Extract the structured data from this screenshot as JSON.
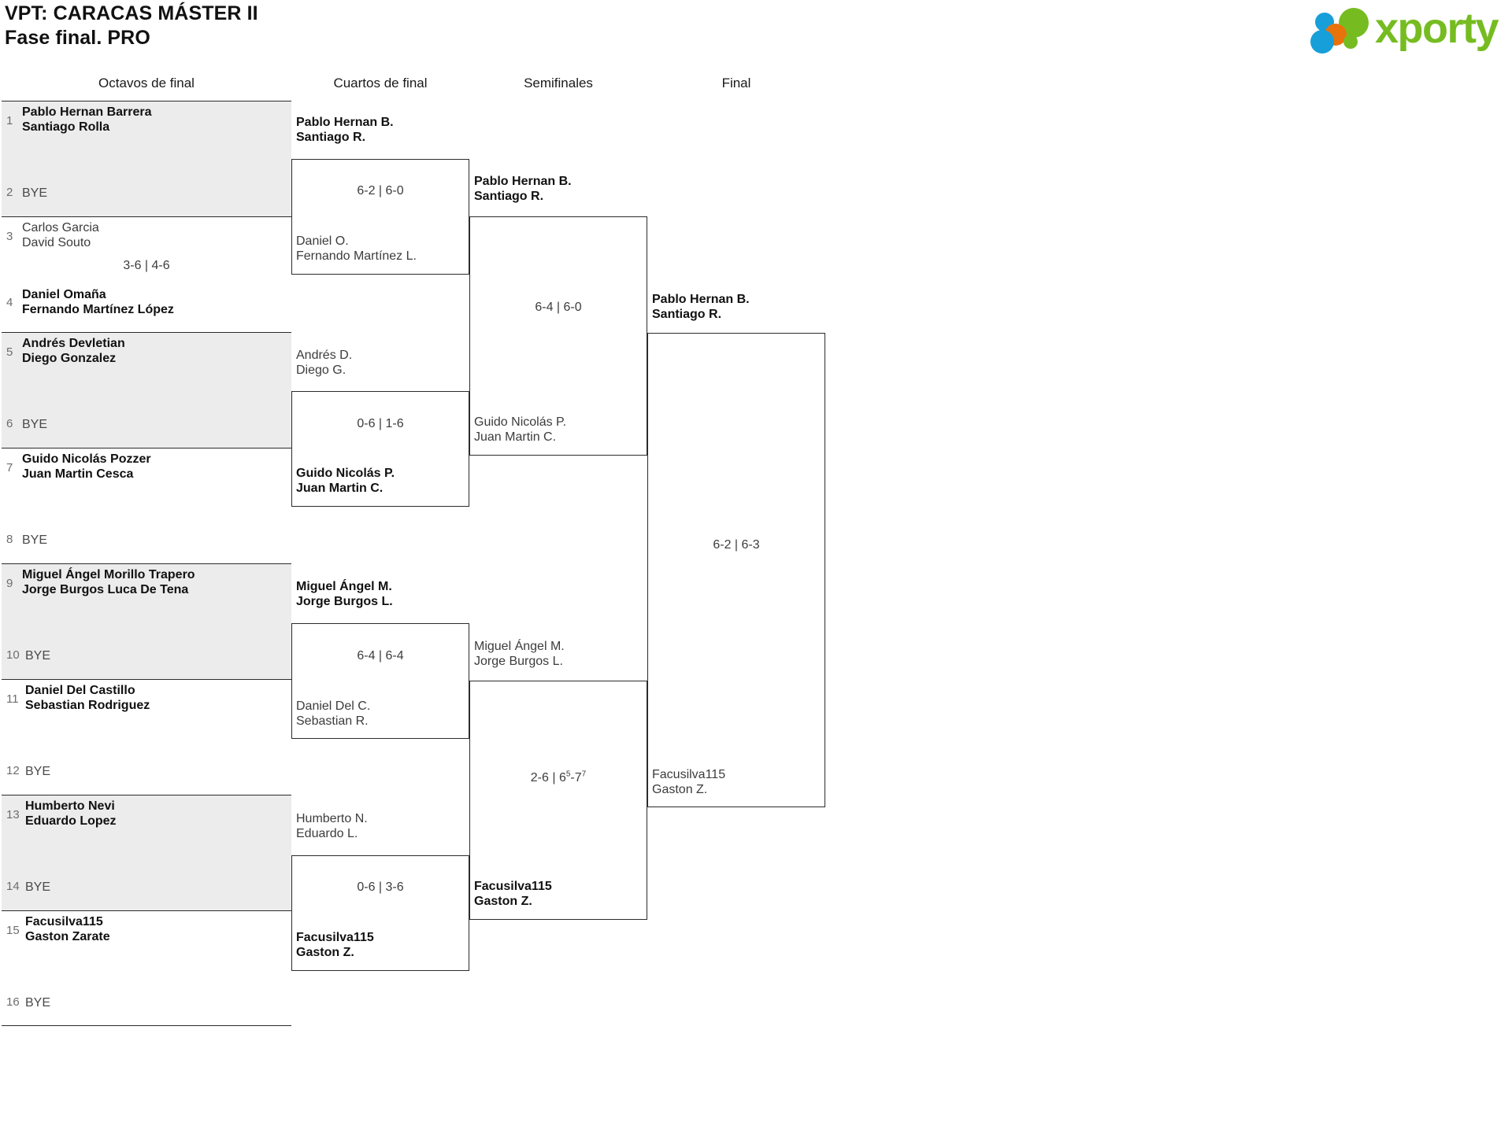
{
  "header": {
    "title_line1": "VPT: CARACAS MÁSTER II",
    "title_line2": "Fase final. PRO",
    "logo_text": "xporty",
    "logo_colors": {
      "green": "#76bc21",
      "blue": "#179fd9",
      "orange": "#e8730b"
    }
  },
  "rounds": [
    {
      "label": "Octavos de final"
    },
    {
      "label": "Cuartos de final"
    },
    {
      "label": "Semifinales"
    },
    {
      "label": "Final"
    }
  ],
  "round1": {
    "blocks": [
      {
        "shaded": true,
        "top": {
          "seed": "1",
          "line1": "Pablo Hernan Barrera",
          "line2": "Santiago Rolla",
          "winner": true
        },
        "bottom": {
          "seed": "2",
          "bye": "BYE",
          "winner": false
        },
        "score": ""
      },
      {
        "shaded": false,
        "top": {
          "seed": "3",
          "line1": "Carlos Garcia",
          "line2": "David Souto",
          "winner": false
        },
        "bottom": {
          "seed": "4",
          "line1": "Daniel Omaña",
          "line2": "Fernando Martínez López",
          "winner": true
        },
        "score": "3-6 | 4-6"
      },
      {
        "shaded": true,
        "top": {
          "seed": "5",
          "line1": "Andrés Devletian",
          "line2": "Diego Gonzalez",
          "winner": true
        },
        "bottom": {
          "seed": "6",
          "bye": "BYE",
          "winner": false
        },
        "score": ""
      },
      {
        "shaded": false,
        "top": {
          "seed": "7",
          "line1": "Guido Nicolás Pozzer",
          "line2": "Juan Martin Cesca",
          "winner": true
        },
        "bottom": {
          "seed": "8",
          "bye": "BYE",
          "winner": false
        },
        "score": ""
      },
      {
        "shaded": true,
        "top": {
          "seed": "9",
          "line1": "Miguel Ángel Morillo Trapero",
          "line2": "Jorge Burgos Luca De Tena",
          "winner": true
        },
        "bottom": {
          "seed": "10",
          "bye": "BYE",
          "winner": false
        },
        "score": ""
      },
      {
        "shaded": false,
        "top": {
          "seed": "11",
          "line1": "Daniel Del Castillo",
          "line2": "Sebastian Rodriguez",
          "winner": true
        },
        "bottom": {
          "seed": "12",
          "bye": "BYE",
          "winner": false
        },
        "score": ""
      },
      {
        "shaded": true,
        "top": {
          "seed": "13",
          "line1": "Humberto Nevi",
          "line2": "Eduardo Lopez",
          "winner": true
        },
        "bottom": {
          "seed": "14",
          "bye": "BYE",
          "winner": false
        },
        "score": ""
      },
      {
        "shaded": false,
        "top": {
          "seed": "15",
          "line1": "Facusilva115",
          "line2": "Gaston Zarate",
          "winner": true
        },
        "bottom": {
          "seed": "16",
          "bye": "BYE",
          "winner": false
        },
        "score": ""
      }
    ]
  },
  "round2": {
    "matches": [
      {
        "top": {
          "line1": "Pablo Hernan B.",
          "line2": "Santiago R.",
          "winner": true
        },
        "bottom": {
          "line1": "Daniel O.",
          "line2": "Fernando Martínez L.",
          "winner": false
        },
        "score": "6-2 | 6-0"
      },
      {
        "top": {
          "line1": "Andrés D.",
          "line2": "Diego G.",
          "winner": false
        },
        "bottom": {
          "line1": "Guido Nicolás P.",
          "line2": "Juan Martin C.",
          "winner": true
        },
        "score": "0-6 | 1-6"
      },
      {
        "top": {
          "line1": "Miguel Ángel M.",
          "line2": "Jorge Burgos L.",
          "winner": true
        },
        "bottom": {
          "line1": "Daniel Del C.",
          "line2": "Sebastian R.",
          "winner": false
        },
        "score": "6-4 | 6-4"
      },
      {
        "top": {
          "line1": "Humberto N.",
          "line2": "Eduardo L.",
          "winner": false
        },
        "bottom": {
          "line1": "Facusilva115",
          "line2": "Gaston Z.",
          "winner": true
        },
        "score": "0-6 | 3-6"
      }
    ]
  },
  "round3": {
    "matches": [
      {
        "top": {
          "line1": "Pablo Hernan B.",
          "line2": "Santiago R.",
          "winner": true
        },
        "bottom": {
          "line1": "Guido Nicolás P.",
          "line2": "Juan Martin C.",
          "winner": false
        },
        "score": "6-4 | 6-0"
      },
      {
        "top": {
          "line1": "Miguel Ángel M.",
          "line2": "Jorge Burgos L.",
          "winner": false
        },
        "bottom": {
          "line1": "Facusilva115",
          "line2": "Gaston Z.",
          "winner": true
        },
        "score_pre": "2-6 | 6",
        "score_sup1": "5",
        "score_mid": "-7",
        "score_sup2": "7"
      }
    ]
  },
  "round4": {
    "match": {
      "top": {
        "line1": "Pablo Hernan B.",
        "line2": "Santiago R.",
        "winner": true
      },
      "bottom": {
        "line1": "Facusilva115",
        "line2": "Gaston Z.",
        "winner": false
      },
      "score": "6-2 | 6-3"
    }
  }
}
